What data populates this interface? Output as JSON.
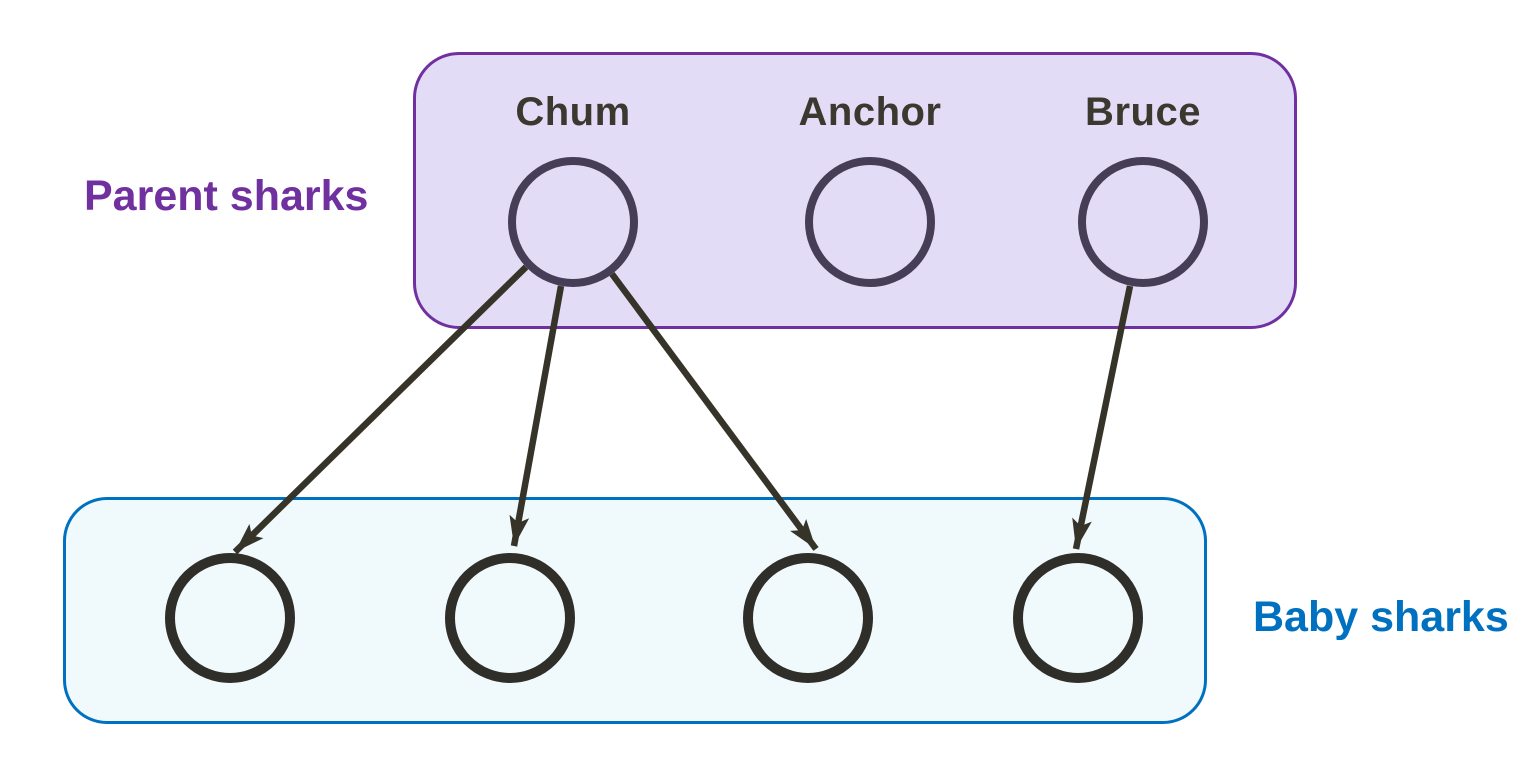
{
  "groups": {
    "parents": {
      "label": "Parent sharks",
      "nodes": [
        {
          "name": "Chum"
        },
        {
          "name": "Anchor"
        },
        {
          "name": "Bruce"
        }
      ],
      "colors": {
        "box_fill": "#e3dcf6",
        "box_border": "#7030a0",
        "label": "#7030a0",
        "node_stroke": "#463d57"
      }
    },
    "babies": {
      "label": "Baby sharks",
      "node_count": 4,
      "colors": {
        "box_fill": "#f0fafd",
        "box_border": "#0070c0",
        "label": "#0070c0",
        "node_stroke": "#2f2e28"
      }
    }
  },
  "edges": {
    "color": "#363329",
    "list": [
      {
        "from": "Chum",
        "to": "baby-1"
      },
      {
        "from": "Chum",
        "to": "baby-2"
      },
      {
        "from": "Chum",
        "to": "baby-3"
      },
      {
        "from": "Bruce",
        "to": "baby-4"
      }
    ]
  }
}
